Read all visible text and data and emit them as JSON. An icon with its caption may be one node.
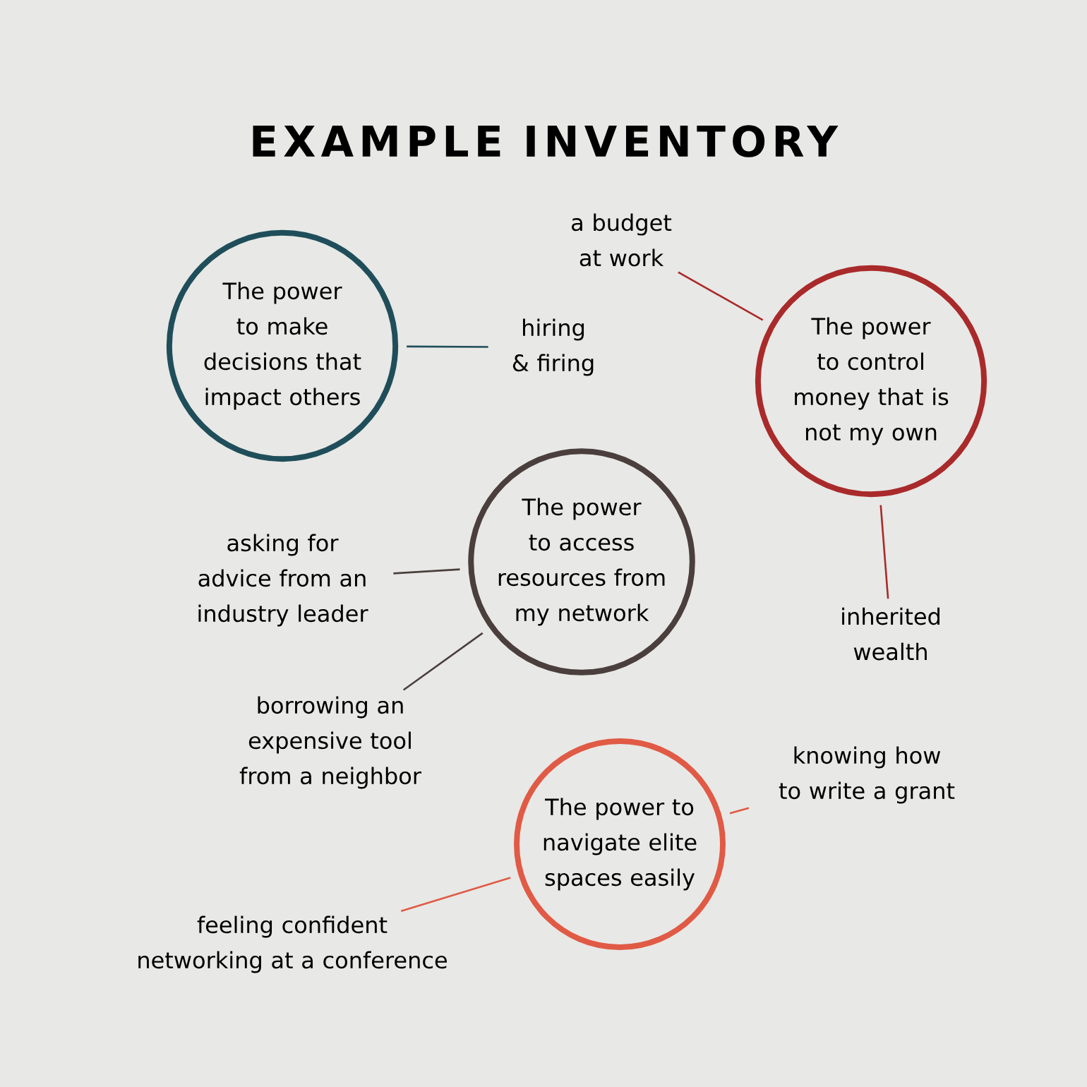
{
  "diagram": {
    "title": "EXAMPLE INVENTORY",
    "nodes": [
      {
        "text": [
          "The power to make decisions that impact others"
        ]
      },
      {
        "text": [
          "hiring & firing"
        ]
      },
      {
        "text": [
          "a budget at work"
        ]
      },
      {
        "text": [
          "The power to control money that is not my own"
        ]
      },
      {
        "text": [
          "inherited wealth"
        ]
      },
      {
        "text": [
          "The power to access resources from my network"
        ]
      },
      {
        "text": [
          "asking for advice from an industry leader"
        ]
      },
      {
        "text": [
          "borrowing an expensive tool from a neighbor"
        ]
      },
      {
        "text": [
          "The power to navigate elite spaces easily"
        ]
      },
      {
        "text": [
          "knowing how to write a grant"
        ]
      },
      {
        "text": [
          "feeling confident networking at a conference"
        ]
      }
    ],
    "edges": [
      {
        "from": 0,
        "to": 1,
        "arrow": "none",
        "color": "#1f4e5a"
      },
      {
        "from": 3,
        "to": 2,
        "arrow": "none",
        "color": "#a92a2a"
      },
      {
        "from": 3,
        "to": 4,
        "arrow": "none",
        "color": "#a92a2a"
      },
      {
        "from": 5,
        "to": 6,
        "arrow": "none",
        "color": "#4a3f3c"
      },
      {
        "from": 5,
        "to": 7,
        "arrow": "none",
        "color": "#4a3f3c"
      },
      {
        "from": 8,
        "to": 9,
        "arrow": "none",
        "color": "#e05a45"
      },
      {
        "from": 8,
        "to": 10,
        "arrow": "none",
        "color": "#e05a45"
      }
    ]
  }
}
